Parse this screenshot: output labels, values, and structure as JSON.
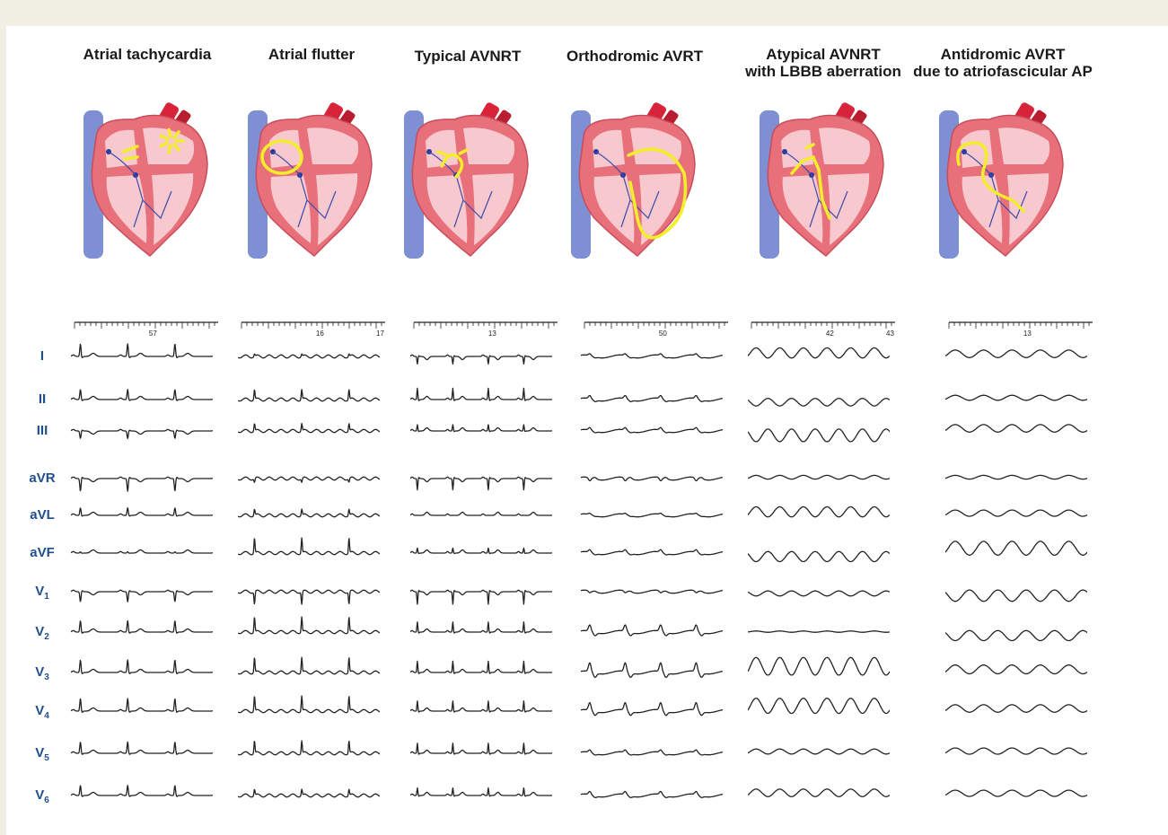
{
  "columns": [
    {
      "title": "Atrial tachycardia",
      "title2": "",
      "tick": "57",
      "circuit": "atrial-focal"
    },
    {
      "title": "Atrial flutter",
      "title2": "",
      "tick": "16",
      "tick2": "17",
      "circuit": "macro-reentry"
    },
    {
      "title": "Typical AVNRT",
      "title2": "",
      "tick": "13",
      "circuit": "av-nodal"
    },
    {
      "title": "Orthodromic AVRT",
      "title2": "",
      "tick": "50",
      "circuit": "accessory-pathway"
    },
    {
      "title": "Atypical AVNRT",
      "title2": "with LBBB aberration",
      "tick": "42",
      "tick2": "43",
      "circuit": "av-nodal-bundle"
    },
    {
      "title": "Antidromic AVRT",
      "title2": "due to atriofascicular AP",
      "tick": "13",
      "circuit": "atriofascicular"
    }
  ],
  "leads": [
    {
      "name": "I",
      "sub": ""
    },
    {
      "name": "II",
      "sub": ""
    },
    {
      "name": "III",
      "sub": ""
    },
    {
      "name": "aVR",
      "sub": ""
    },
    {
      "name": "aVL",
      "sub": ""
    },
    {
      "name": "aVF",
      "sub": ""
    },
    {
      "name": "V",
      "sub": "1"
    },
    {
      "name": "V",
      "sub": "2"
    },
    {
      "name": "V",
      "sub": "3"
    },
    {
      "name": "V",
      "sub": "4"
    },
    {
      "name": "V",
      "sub": "5"
    },
    {
      "name": "V",
      "sub": "6"
    }
  ],
  "colors": {
    "background": "#f1efe4",
    "panel": "#ffffff",
    "lead_label": "#1f4e8c",
    "heart_wall": "#e8707a",
    "heart_fill": "#f7c9cf",
    "vein": "#7f8fd4",
    "aorta": "#d8243a",
    "circuit": "#f2ee2a",
    "trace": "#222222"
  }
}
